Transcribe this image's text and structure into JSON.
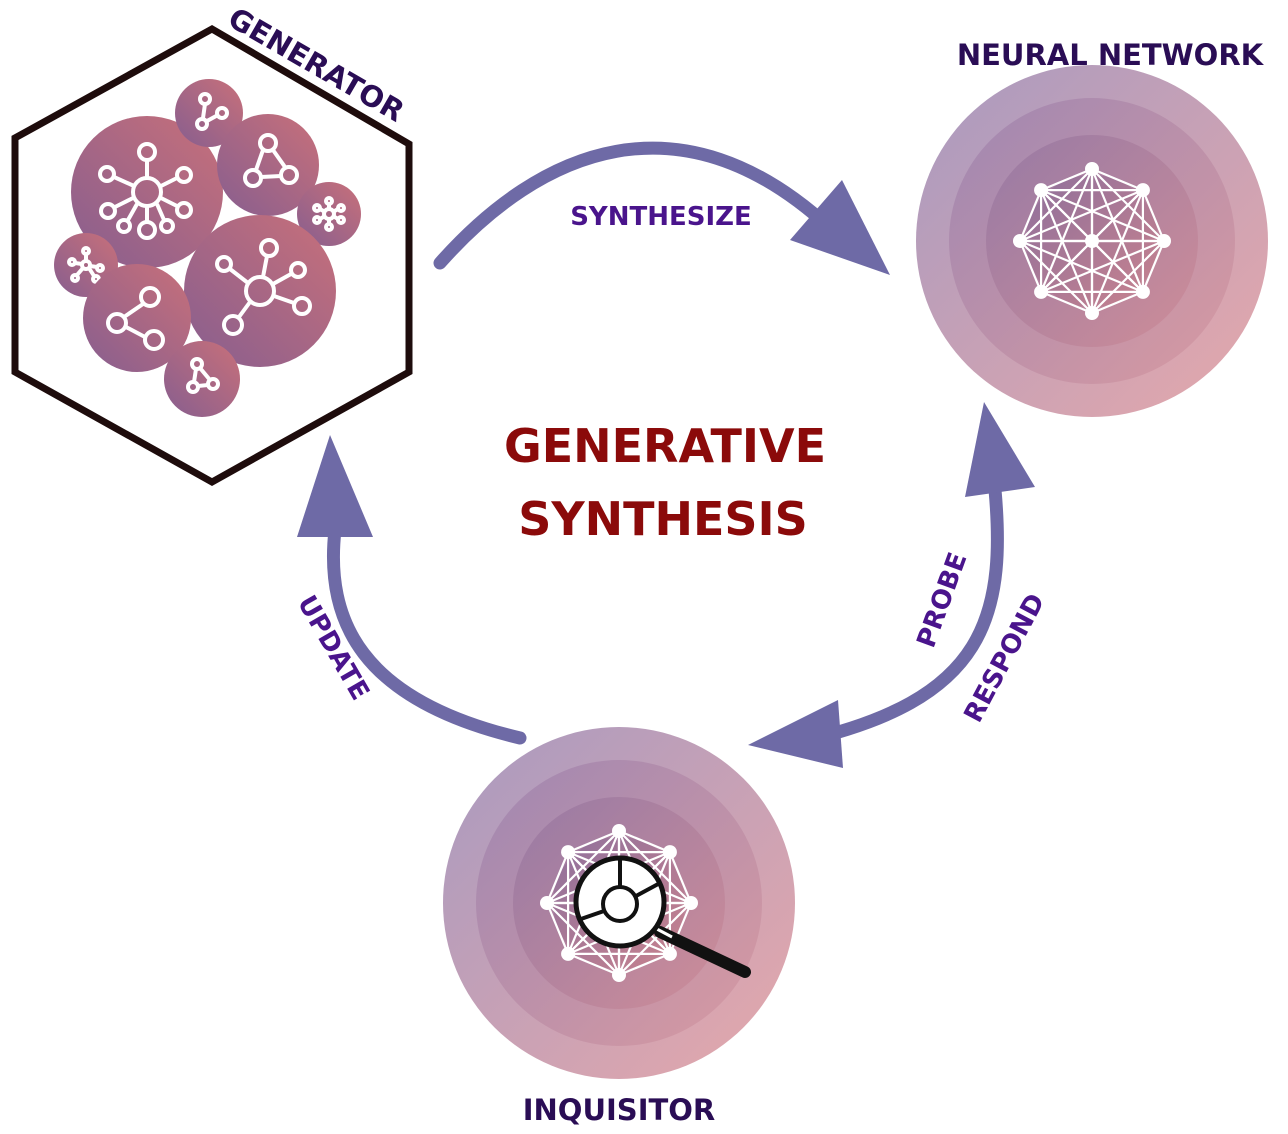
{
  "title": {
    "line1": "GENERATIVE",
    "line2": "SYNTHESIS"
  },
  "nodes": {
    "generator": "GENERATOR",
    "neural_network": "NEURAL NETWORK",
    "inquisitor": "INQUISITOR"
  },
  "edges": {
    "synthesize": "SYNTHESIZE",
    "probe": "PROBE",
    "respond": "RESPOND",
    "update": "UPDATE"
  },
  "colors": {
    "title": "#8b0a0a",
    "node_label": "#2a0d55",
    "edge_label": "#4a148c",
    "arrow": "#6e6aa6",
    "hexagon_stroke": "#1e0c0c",
    "molecule_fill_start": "#8e5f8e",
    "molecule_fill_end": "#c4707c",
    "sphere_outer_start": "#a89ac0",
    "sphere_outer_end": "#e3a4a8"
  },
  "icons": {
    "generator": "molecule-cluster-icon",
    "neural_network": "network-graph-icon",
    "inquisitor": "magnifier-network-icon"
  }
}
